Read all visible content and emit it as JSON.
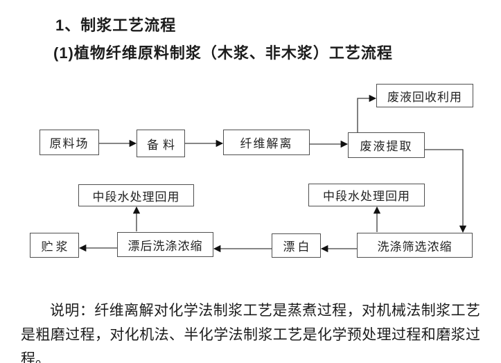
{
  "header": {
    "title": "1、制浆工艺流程",
    "subtitle": "(1)植物纤维原料制浆（木浆、非木浆）工艺流程"
  },
  "flowchart": {
    "nodes": [
      {
        "id": "raw-material-yard",
        "label": "原料场"
      },
      {
        "id": "material-preparation",
        "label": "备料"
      },
      {
        "id": "fiber-dissociation",
        "label": "纤维解离"
      },
      {
        "id": "waste-liquor-extraction",
        "label": "废液提取"
      },
      {
        "id": "waste-liquor-recovery",
        "label": "废液回收利用"
      },
      {
        "id": "mid-stage-water-treatment-reuse-left",
        "label": "中段水处理回用"
      },
      {
        "id": "mid-stage-water-treatment-reuse-right",
        "label": "中段水处理回用"
      },
      {
        "id": "pulp-storage",
        "label": "贮浆"
      },
      {
        "id": "post-bleach-washing-concentration",
        "label": "漂后洗涤浓缩"
      },
      {
        "id": "bleaching",
        "label": "漂白"
      },
      {
        "id": "washing-screening-concentration",
        "label": "洗涤筛选浓缩"
      }
    ],
    "edges": [
      {
        "from": "原料场",
        "to": "备料"
      },
      {
        "from": "备料",
        "to": "纤维解离"
      },
      {
        "from": "纤维解离",
        "to": "废液提取"
      },
      {
        "from": "废液提取",
        "to": "废液回收利用"
      },
      {
        "from": "废液提取",
        "to": "洗涤筛选浓缩"
      },
      {
        "from": "洗涤筛选浓缩",
        "to": "中段水处理回用(右)"
      },
      {
        "from": "洗涤筛选浓缩",
        "to": "漂白"
      },
      {
        "from": "漂白",
        "to": "漂后洗涤浓缩"
      },
      {
        "from": "漂后洗涤浓缩",
        "to": "中段水处理回用(左)"
      },
      {
        "from": "漂后洗涤浓缩",
        "to": "贮浆"
      }
    ]
  },
  "note": {
    "text": "说明：纤维离解对化学法制浆工艺是蒸煮过程，对机械法制浆工艺是粗磨过程，对化机法、半化学法制浆工艺是化学预处理过程和磨浆过程。"
  },
  "colors": {
    "background": "#ffffff",
    "box_border": "#4f4f4f",
    "line": "#3d3d3d",
    "text": "#1a1a1a"
  }
}
